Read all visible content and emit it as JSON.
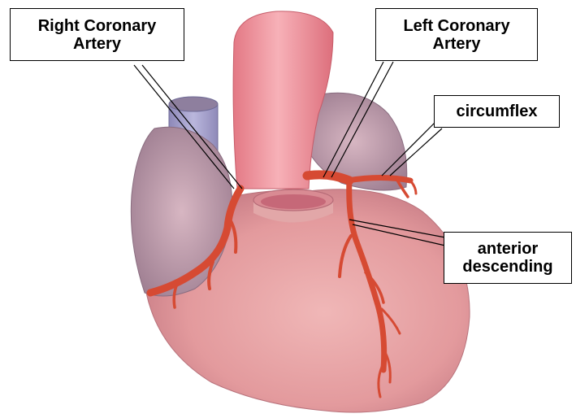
{
  "diagram": {
    "labels": {
      "right_coronary": {
        "line1": "Right Coronary",
        "line2": "Artery"
      },
      "left_coronary": {
        "line1": "Left Coronary",
        "line2": "Artery"
      },
      "circumflex": "circumflex",
      "anterior_descending": {
        "line1": "anterior",
        "line2": "descending"
      }
    },
    "colors": {
      "heart_body": "#e8a1a1",
      "heart_shadow": "#c97f85",
      "atrium": "#b99aa8",
      "vena_cava": "#a9a6cf",
      "aorta": "#f1939c",
      "artery": "#d64a33",
      "outline": "#000000"
    }
  }
}
